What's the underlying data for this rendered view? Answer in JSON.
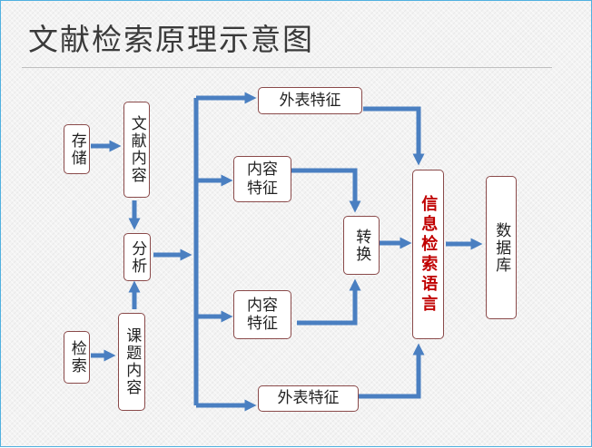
{
  "title": "文献检索原理示意图",
  "nodes": {
    "storage": "存储",
    "doc_content": "文献内容",
    "analysis": "分析",
    "retrieval": "检索",
    "topic_content": "课题内容",
    "ext_feature_top": "外表特征",
    "int_feature_top": "内容特征",
    "int_feature_bottom": "内容特征",
    "ext_feature_bottom": "外表特征",
    "convert": "转换",
    "ir_language": "信息检索语言",
    "database": "数据库"
  },
  "colors": {
    "arrow": "#4a7fc1",
    "box_border": "#8a4a4a",
    "highlight_text": "#c00000",
    "frame_border": "#4fb0e0"
  }
}
